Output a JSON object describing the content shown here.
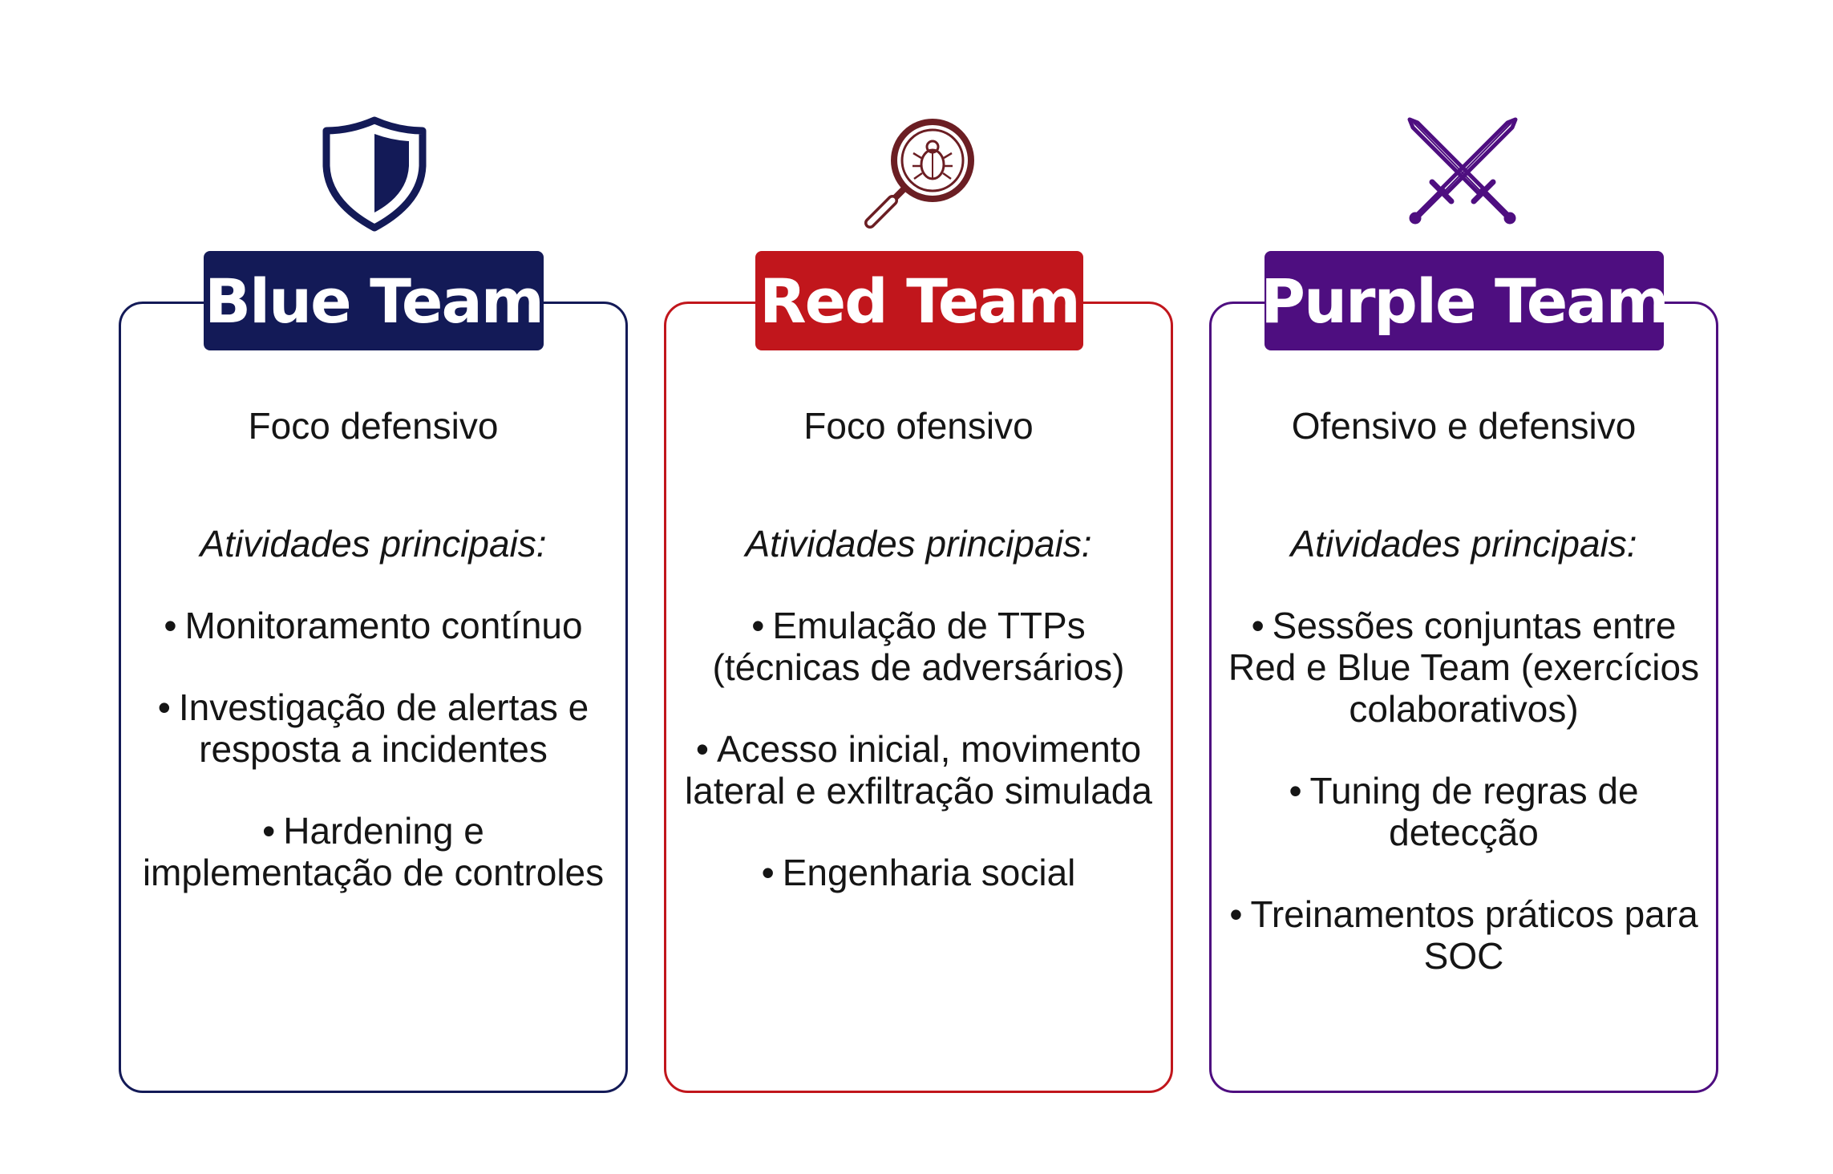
{
  "colors": {
    "blue": "#131a57",
    "red": "#c1161c",
    "purple": "#4e0e80",
    "icon_red": "#6b1e23"
  },
  "cards": [
    {
      "title": "Blue Team",
      "icon": "shield-icon",
      "focus": "Foco defensivo",
      "activities_label": "Atividades principais:",
      "items": [
        "Monitoramento contínuo",
        "Investigação de alertas e resposta a incidentes",
        "Hardening e implementação de controles"
      ]
    },
    {
      "title": "Red Team",
      "icon": "bug-magnifier-icon",
      "focus": "Foco ofensivo",
      "activities_label": "Atividades principais:",
      "items": [
        "Emulação de TTPs (técnicas de adversários)",
        "Acesso inicial, movimento lateral e exfiltração simulada",
        "Engenharia social"
      ]
    },
    {
      "title": "Purple Team",
      "icon": "crossed-swords-icon",
      "focus": "Ofensivo e defensivo",
      "activities_label": "Atividades principais:",
      "items": [
        "Sessões conjuntas entre Red e Blue Team (exercícios colaborativos)",
        "Tuning de regras de detecção",
        "Treinamentos práticos para SOC"
      ]
    }
  ]
}
